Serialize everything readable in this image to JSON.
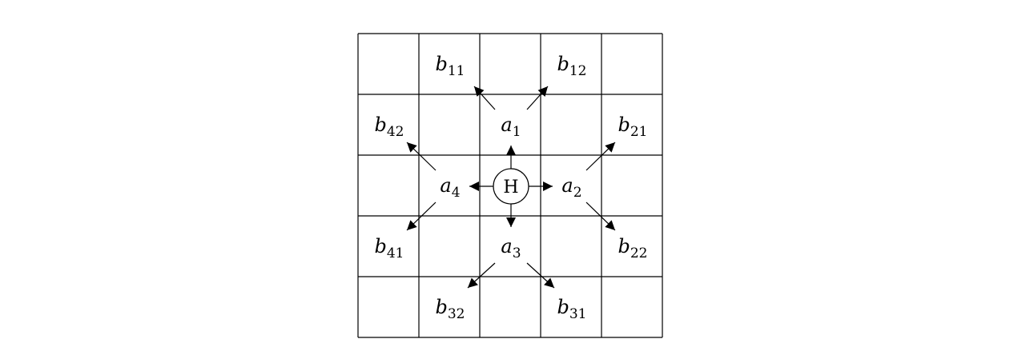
{
  "center_label": "H",
  "nodes": [
    {
      "id": "a1",
      "base": "a",
      "sub": "1"
    },
    {
      "id": "a2",
      "base": "a",
      "sub": "2"
    },
    {
      "id": "a3",
      "base": "a",
      "sub": "3"
    },
    {
      "id": "a4",
      "base": "a",
      "sub": "4"
    },
    {
      "id": "b11",
      "base": "b",
      "sub": "11"
    },
    {
      "id": "b12",
      "base": "b",
      "sub": "12"
    },
    {
      "id": "b21",
      "base": "b",
      "sub": "21"
    },
    {
      "id": "b22",
      "base": "b",
      "sub": "22"
    },
    {
      "id": "b31",
      "base": "b",
      "sub": "31"
    },
    {
      "id": "b32",
      "base": "b",
      "sub": "32"
    },
    {
      "id": "b41",
      "base": "b",
      "sub": "41"
    },
    {
      "id": "b42",
      "base": "b",
      "sub": "42"
    }
  ],
  "edges": [
    {
      "from": "H",
      "to": "a1"
    },
    {
      "from": "H",
      "to": "a2"
    },
    {
      "from": "H",
      "to": "a3"
    },
    {
      "from": "H",
      "to": "a4"
    },
    {
      "from": "a1",
      "to": "b11"
    },
    {
      "from": "a1",
      "to": "b12"
    },
    {
      "from": "a2",
      "to": "b21"
    },
    {
      "from": "a2",
      "to": "b22"
    },
    {
      "from": "a3",
      "to": "b31"
    },
    {
      "from": "a3",
      "to": "b32"
    },
    {
      "from": "a4",
      "to": "b41"
    },
    {
      "from": "a4",
      "to": "b42"
    }
  ],
  "grid": {
    "rows": 5,
    "cols": 5
  }
}
